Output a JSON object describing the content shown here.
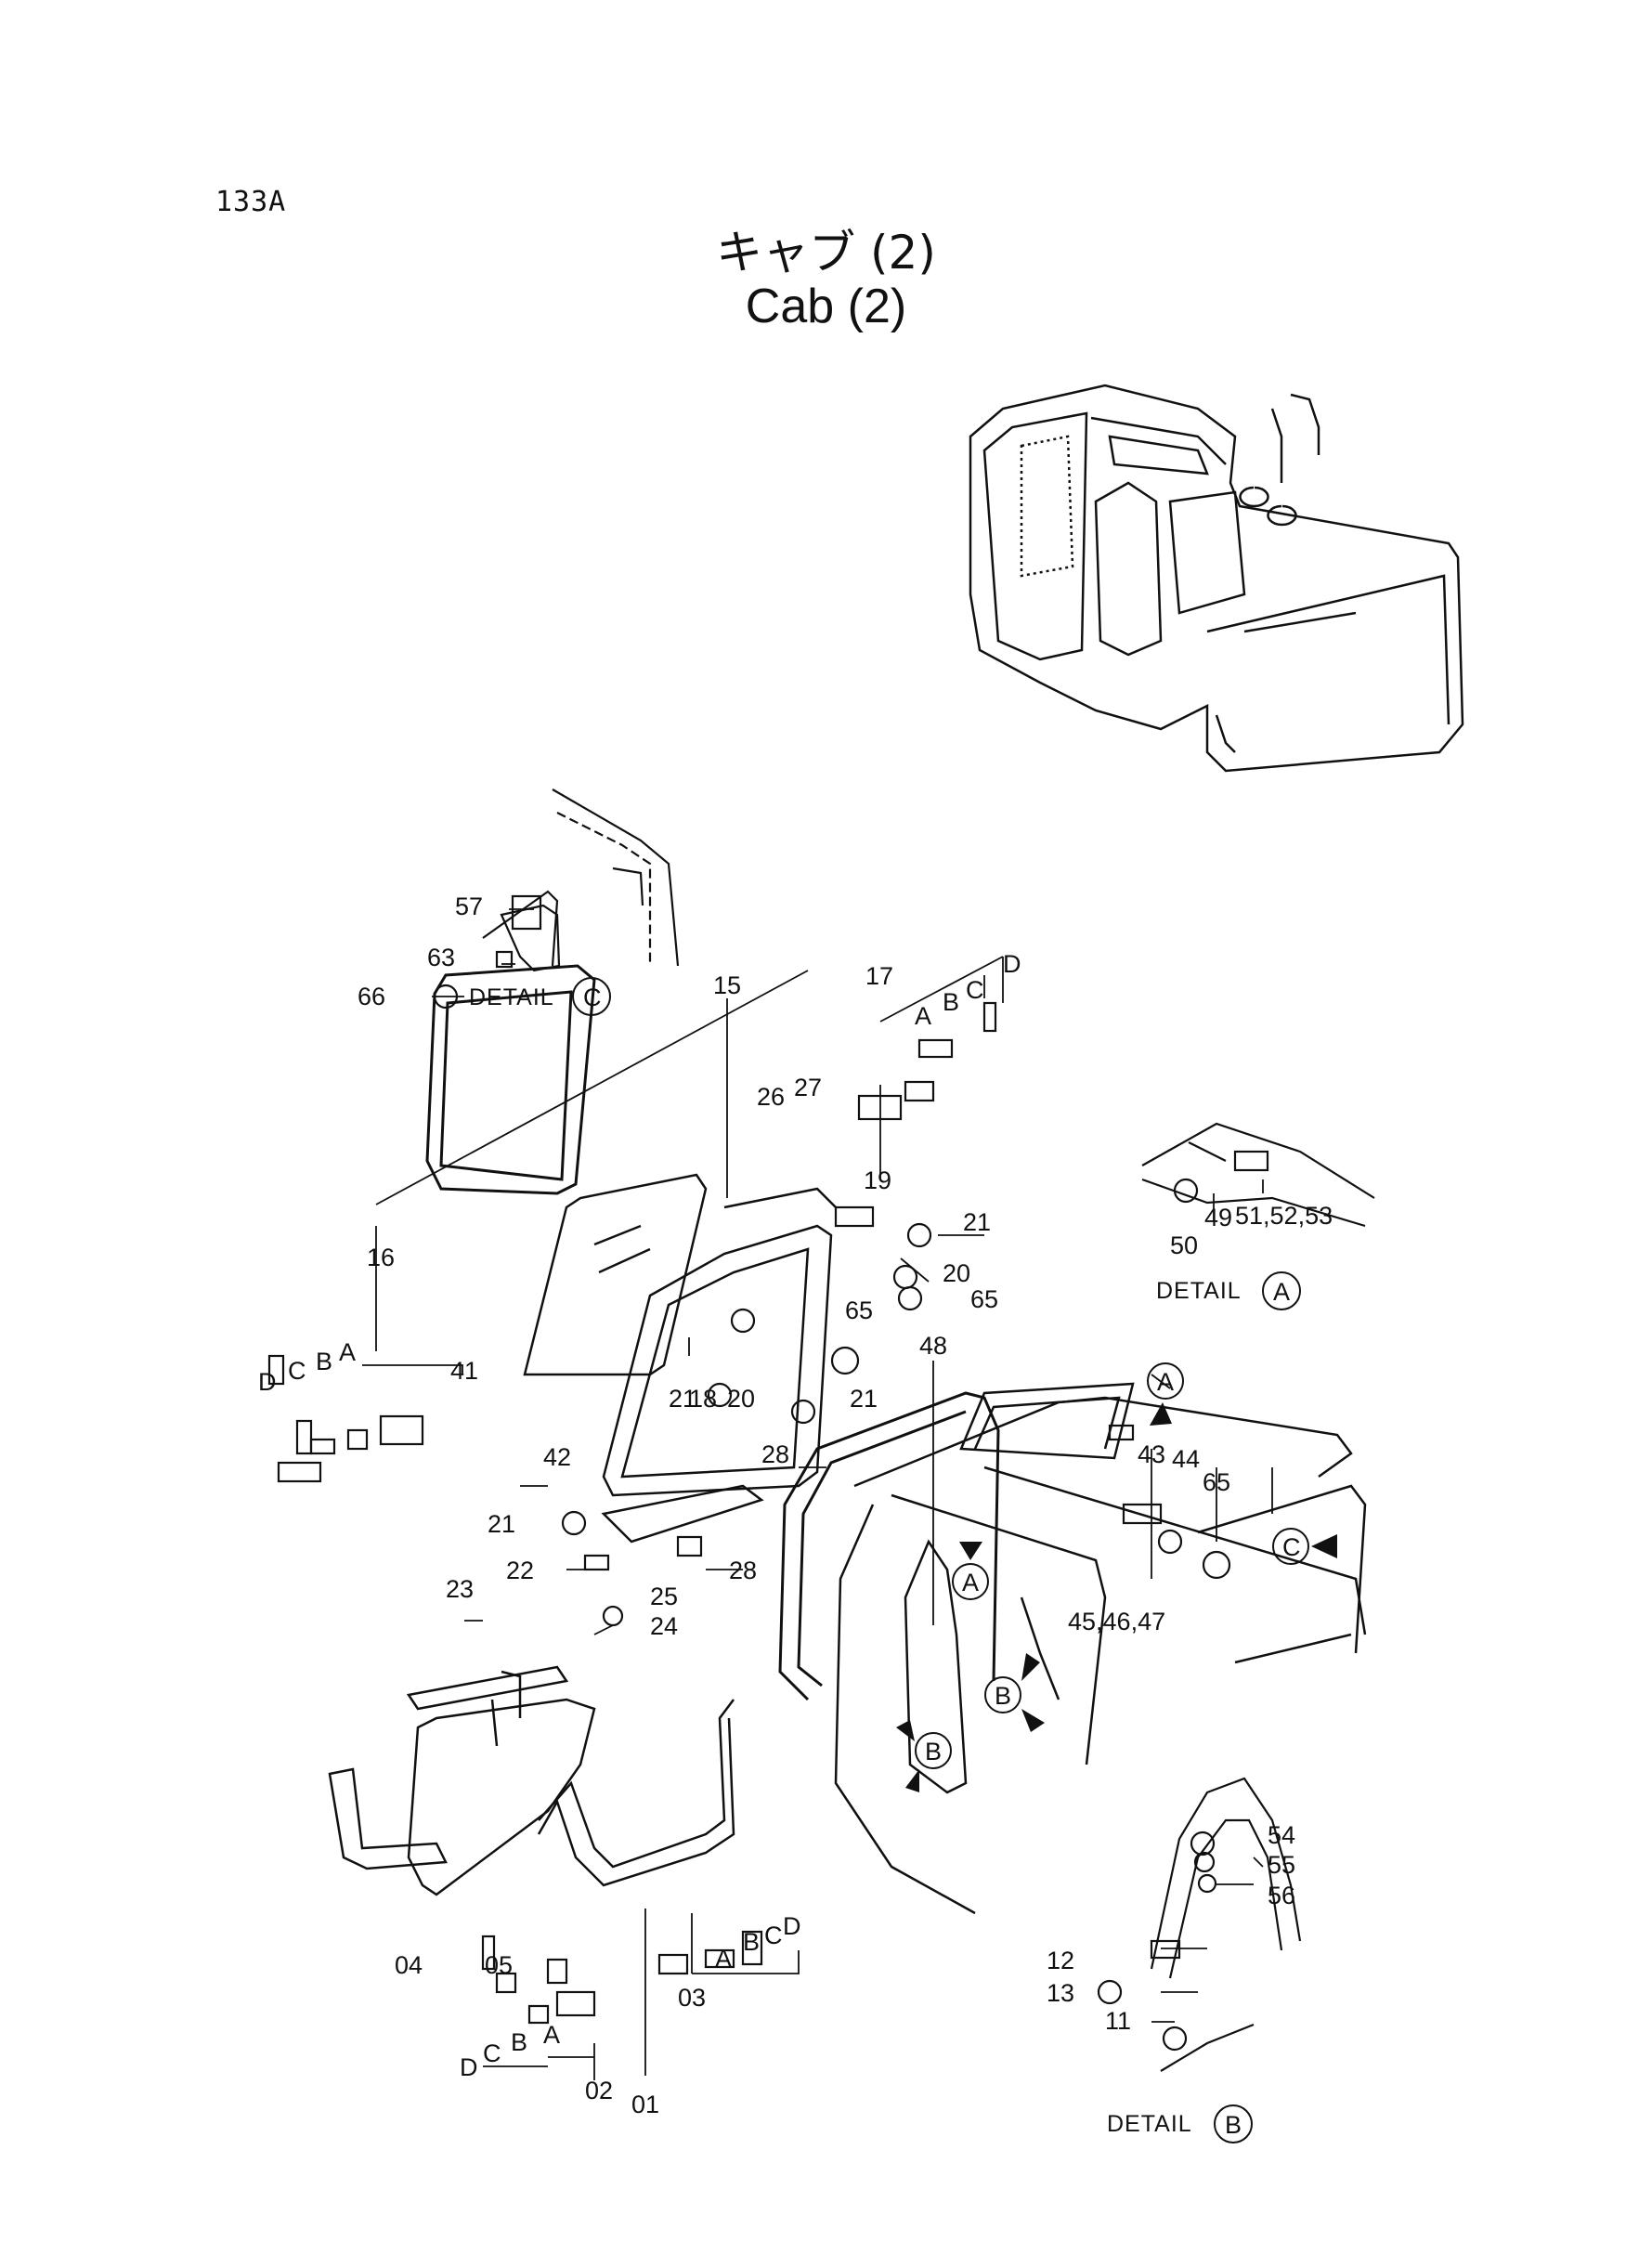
{
  "page_number": "133A",
  "title_jp": "キャブ (2)",
  "title_en": "Cab (2)",
  "detail_word": "DETAIL",
  "detail_letters": [
    "A",
    "B",
    "C"
  ],
  "part_labels": [
    "57",
    "63",
    "66",
    "15",
    "17",
    "16",
    "41",
    "42",
    "26",
    "27",
    "19",
    "21",
    "20",
    "65",
    "18",
    "28",
    "22",
    "23",
    "25",
    "24",
    "48",
    "43",
    "44",
    "45,46,47",
    "49",
    "50",
    "51,52,53",
    "04",
    "05",
    "01",
    "02",
    "03",
    "54",
    "55",
    "56",
    "12",
    "13",
    "11"
  ],
  "sub_labels": [
    "A",
    "B",
    "C",
    "D"
  ]
}
